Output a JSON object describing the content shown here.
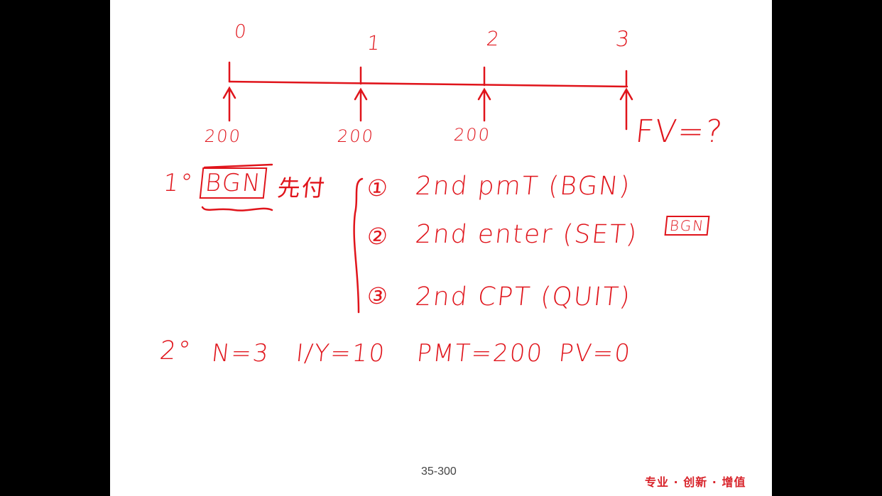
{
  "timeline": {
    "periods": [
      "0",
      "1",
      "2",
      "3"
    ],
    "payments": [
      "200",
      "200",
      "200"
    ],
    "fv_label": "FV=?"
  },
  "step1": {
    "marker": "1°",
    "mode": "BGN",
    "mode_note": "先付",
    "substeps": [
      {
        "num": "①",
        "keys": "2nd pmT (BGN)"
      },
      {
        "num": "②",
        "keys": "2nd enter (SET)"
      },
      {
        "num": "③",
        "keys": "2nd CPT (QUIT)"
      }
    ],
    "indicator": "BGN"
  },
  "step2": {
    "marker": "2°",
    "inputs": [
      "N=3",
      "I/Y=10",
      "PMT=200",
      "PV=0"
    ]
  },
  "footer": {
    "page": "35-300",
    "slogan": "专业 · 创新 · 增值"
  },
  "colors": {
    "ink": "#e0141b",
    "slogan": "#d8232a"
  }
}
